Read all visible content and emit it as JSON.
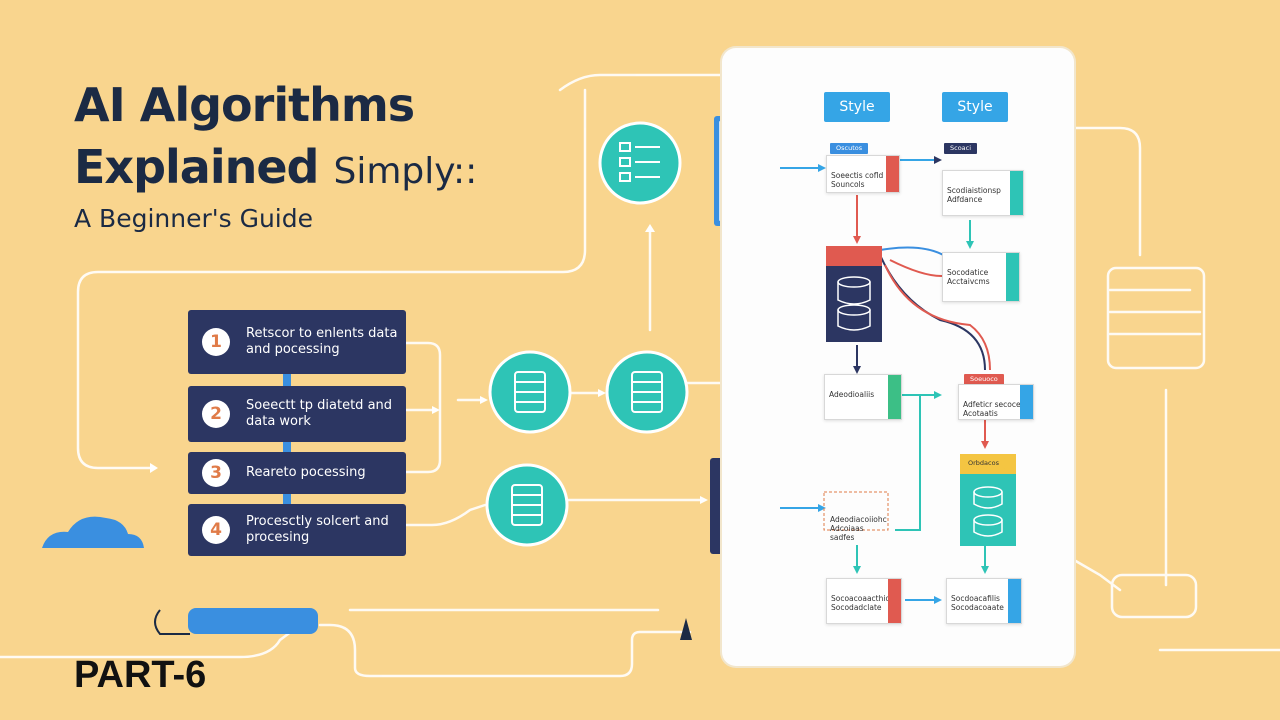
{
  "title": {
    "line1": "AI Algorithms",
    "line2_bold": "Explained",
    "line2_light": "Simply::",
    "subtitle": "A Beginner's Guide"
  },
  "part_label": "PART-6",
  "steps": [
    {
      "num": "1",
      "text": "Retscor to enlents data\nand pocessing"
    },
    {
      "num": "2",
      "text": "Soeectt tp diatetd and\ndata work"
    },
    {
      "num": "3",
      "text": "Reareto pocessing"
    },
    {
      "num": "4",
      "text": "Procesctly solcert and\nprocesing"
    }
  ],
  "panel": {
    "pills": [
      "Style",
      "Style"
    ],
    "cards": [
      {
        "text": "Soeectis cofld\nSouncols"
      },
      {
        "text": "Scodiaistionsp\nAdfdance"
      },
      {
        "text": "Socodatice\nAcctaivcms"
      },
      {
        "text": "Adeodioaliis"
      },
      {
        "text": "Adfeticr secoce\nAcotaatis"
      },
      {
        "text": "Adeodiacoiiohc\nAdcoiaas sadfes"
      },
      {
        "text": "Socoacoaacthios\nSocodadclate"
      },
      {
        "text": "Socdoacafilis\nSocodacoaate"
      }
    ],
    "tags": [
      "Oscutos",
      "Scoaci",
      "Soeuoco",
      "Orbdacos"
    ]
  },
  "colors": {
    "background": "#f9d58e",
    "navy": "#2c3662",
    "teal": "#2ec4b6",
    "blue": "#35a5e6",
    "red": "#e05a50",
    "green": "#3cbf86",
    "orange": "#e07b48"
  }
}
